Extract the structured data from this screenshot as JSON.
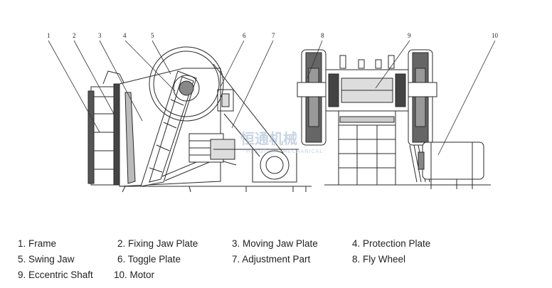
{
  "callouts": [
    {
      "num": "1",
      "label": "Frame"
    },
    {
      "num": "2",
      "label": "Fixing Jaw Plate"
    },
    {
      "num": "3",
      "label": "Moving Jaw Plate"
    },
    {
      "num": "4",
      "label": "Protection Plate"
    },
    {
      "num": "5",
      "label": "Swing Jaw"
    },
    {
      "num": "6",
      "label": "Toggle Plate"
    },
    {
      "num": "7",
      "label": "Adjustment Part"
    },
    {
      "num": "8",
      "label": "Fly Wheel"
    },
    {
      "num": "9",
      "label": "Eccentric Shaft"
    },
    {
      "num": "10",
      "label": "Motor"
    }
  ],
  "legend": [
    "1. Frame",
    "2. Fixing Jaw Plate",
    "3. Moving Jaw Plate",
    "4. Protection Plate",
    "5. Swing Jaw",
    "6. Toggle Plate",
    "7. Adjustment Part",
    "8. Fly Wheel",
    "9. Eccentric Shaft",
    "10. Motor"
  ],
  "watermark": {
    "text": "恒通机械",
    "subtext": "HENGTONG MECHANICAL"
  },
  "colors": {
    "line": "#2a2a2a",
    "watermark": "#9bb4d0"
  }
}
